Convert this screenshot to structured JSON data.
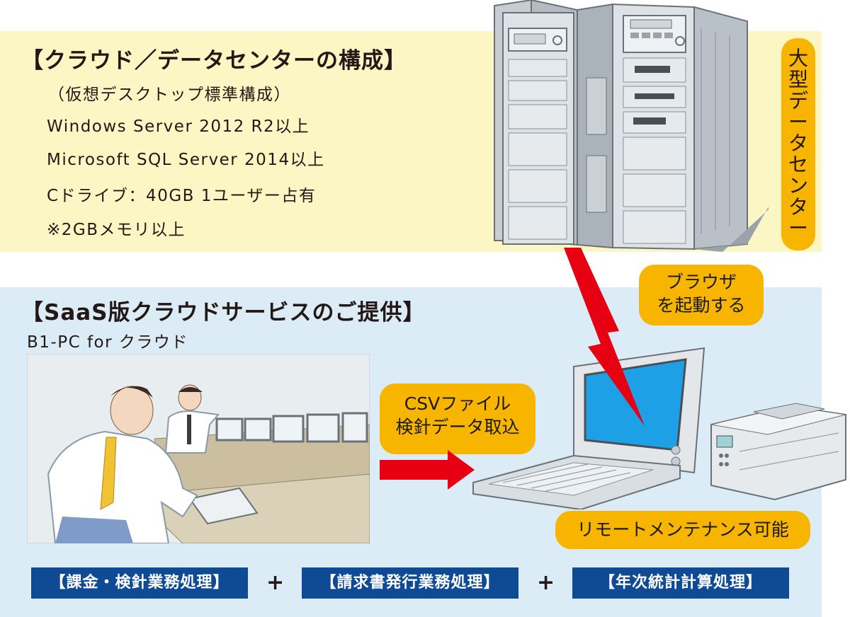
{
  "cloud_section": {
    "title": "【クラウド／データセンターの構成】",
    "spec_lines": [
      "（仮想デスクトップ標準構成）",
      "Windows Server 2012  R2以上",
      "Microsoft SQL Server 2014以上",
      "Cドライブ：40GB      1ユーザー占有",
      "※2GBメモリ以上"
    ]
  },
  "datacenter_label": [
    "大",
    "型",
    "デ",
    "ー",
    "タ",
    "セ",
    "ン",
    "タ",
    "ー"
  ],
  "saas_section": {
    "title": "【SaaS版クラウドサービスのご提供】",
    "product": "B1-PC   for クラウド"
  },
  "callouts": {
    "browser": [
      "ブラウザ",
      "を起動する"
    ],
    "csv": [
      "CSVファイル",
      "検針データ取込"
    ],
    "remote": "リモートメンテナンス可能"
  },
  "modules": [
    "【課金・検針業務処理】",
    "【請求書発行業務処理】",
    "【年次統計計算処理】"
  ],
  "plus_sign": "+",
  "colors": {
    "yellow_panel": "#fcf6c4",
    "blue_panel": "#dcecf6",
    "callout": "#f7b500",
    "module_bar": "#0f4a95",
    "arrow": "#e60012",
    "screen": "#1ea0e6"
  }
}
